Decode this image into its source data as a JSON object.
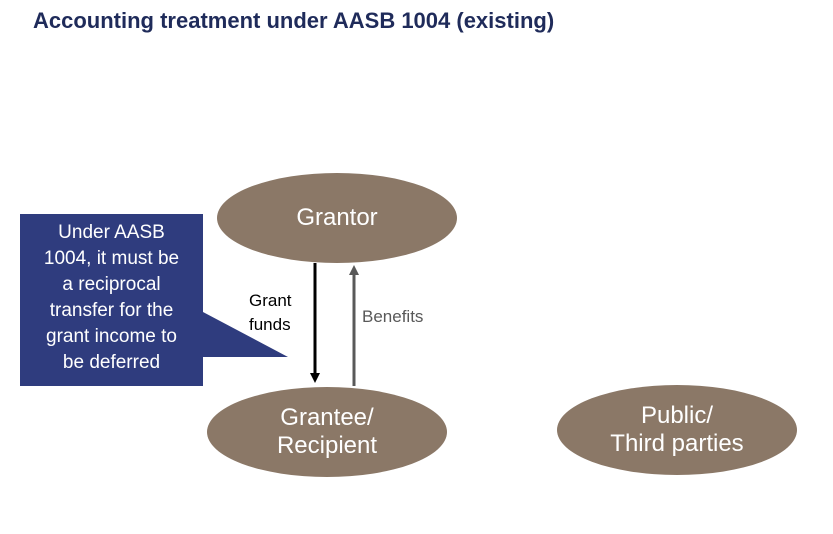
{
  "title": "Accounting treatment under AASB 1004 (existing)",
  "nodes": {
    "grantor": "Grantor",
    "grantee": "Grantee/\nRecipient",
    "public": "Public/\nThird parties"
  },
  "flows": {
    "grant_funds": "Grant\nfunds",
    "benefits": "Benefits"
  },
  "callout": {
    "text": "Under AASB\n1004, it must be\na reciprocal\ntransfer for the\ngrant income to\nbe deferred"
  },
  "colors": {
    "title": "#1f2b5a",
    "node_fill": "#8b7867",
    "callout_fill": "#2f3c7e",
    "grant_arrow": "#000000",
    "benefit_arrow": "#595959"
  }
}
